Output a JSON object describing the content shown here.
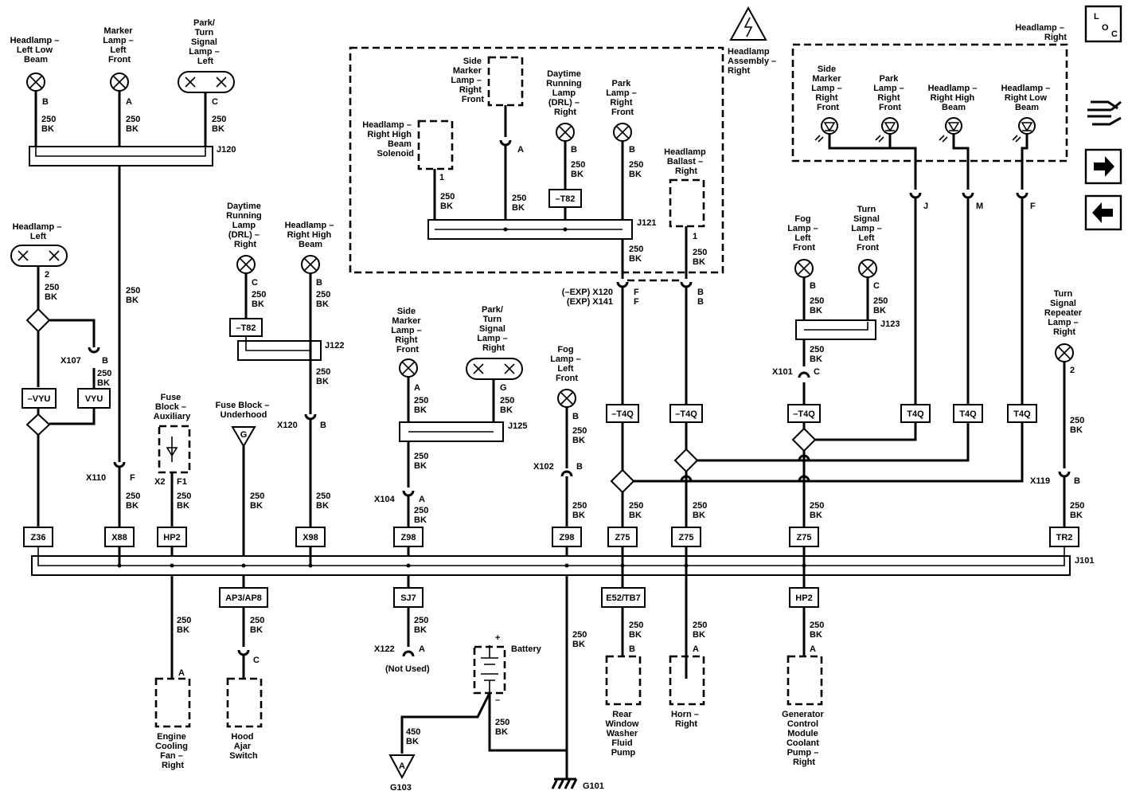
{
  "labels": {
    "hl_left_low_beam": [
      "Headlamp –",
      "Left Low",
      "Beam"
    ],
    "marker_left_front": [
      "Marker",
      "Lamp –",
      "Left",
      "Front"
    ],
    "park_turn_left": [
      "Park/",
      "Turn",
      "Signal",
      "Lamp –",
      "Left"
    ],
    "side_marker_rf_top": [
      "Side",
      "Marker",
      "Lamp –",
      "Right",
      "Front"
    ],
    "drl_right_top": [
      "Daytime",
      "Running",
      "Lamp",
      "(DRL) –",
      "Right"
    ],
    "park_rf_top": [
      "Park",
      "Lamp –",
      "Right",
      "Front"
    ],
    "hl_rhb_solenoid": [
      "Headlamp –",
      "Right High",
      "Beam",
      "Solenoid"
    ],
    "hl_ballast_right": [
      "Headlamp",
      "Ballast –",
      "Right"
    ],
    "hl_assembly_right": [
      "Headlamp",
      "Assembly –",
      "Right"
    ],
    "hl_right_title": [
      "Headlamp –",
      "Right"
    ],
    "side_marker_rf_led": [
      "Side",
      "Marker",
      "Lamp –",
      "Right",
      "Front"
    ],
    "park_rf_led": [
      "Park",
      "Lamp –",
      "Right",
      "Front"
    ],
    "hl_rhb_led": [
      "Headlamp –",
      "Right High",
      "Beam"
    ],
    "hl_rlb_led": [
      "Headlamp –",
      "Right Low",
      "Beam"
    ],
    "hl_left": [
      "Headlamp –",
      "Left"
    ],
    "drl_right_mid": [
      "Daytime",
      "Running",
      "Lamp",
      "(DRL) –",
      "Right"
    ],
    "hl_rhb_mid": [
      "Headlamp –",
      "Right High",
      "Beam"
    ],
    "fog_left_upper": [
      "Fog",
      "Lamp –",
      "Left",
      "Front"
    ],
    "turn_left_front": [
      "Turn",
      "Signal",
      "Lamp –",
      "Left",
      "Front"
    ],
    "turn_repeater_right": [
      "Turn",
      "Signal",
      "Repeater",
      "Lamp –",
      "Right"
    ],
    "side_marker_rf_low": [
      "Side",
      "Marker",
      "Lamp –",
      "Right",
      "Front"
    ],
    "park_turn_right": [
      "Park/",
      "Turn",
      "Signal",
      "Lamp –",
      "Right"
    ],
    "fog_left_lower": [
      "Fog",
      "Lamp –",
      "Left",
      "Front"
    ],
    "fuse_aux": [
      "Fuse",
      "Block –",
      "Auxiliary"
    ],
    "fuse_underhood": [
      "Fuse Block –",
      "Underhood"
    ],
    "engine_cooling_fan": [
      "Engine",
      "Cooling",
      "Fan –",
      "Right"
    ],
    "hood_ajar": [
      "Hood",
      "Ajar",
      "Switch"
    ],
    "rear_washer": [
      "Rear",
      "Window",
      "Washer",
      "Fluid",
      "Pump"
    ],
    "horn_right": [
      "Horn –",
      "Right"
    ],
    "gen_control": [
      "Generator",
      "Control",
      "Module",
      "Coolant",
      "Pump –",
      "Right"
    ],
    "battery": "Battery",
    "not_used": "(Not Used)",
    "exp_x120": "(–EXP) X120",
    "exp_x141": "(EXP) X141"
  },
  "wire": {
    "gauge": "250",
    "gauge_ground": "450",
    "color": "BK"
  },
  "splices": {
    "j120": "J120",
    "j121": "J121",
    "j122": "J122",
    "j123": "J123",
    "j125": "J125",
    "j101": "J101"
  },
  "connectors": {
    "x107": "X107",
    "x110": "X110",
    "x120": "X120",
    "x104": "X104",
    "x102": "X102",
    "x101": "X101",
    "x119": "X119",
    "x122": "X122",
    "x2": "X2"
  },
  "pins": {
    "A": "A",
    "B": "B",
    "C": "C",
    "F": "F",
    "F1": "F1",
    "J": "J",
    "M": "M",
    "G": "G",
    "1": "1",
    "2": "2"
  },
  "options": {
    "vyu_neg": "–VYU",
    "vyu": "VYU",
    "t82_neg": "–T82",
    "t4q_neg": "–T4Q",
    "t4q": "T4Q",
    "z36": "Z36",
    "x88": "X88",
    "hp2": "HP2",
    "x98": "X98",
    "z98": "Z98",
    "z75": "Z75",
    "tr2": "TR2",
    "ap3_ap8": "AP3/AP8",
    "sj7": "SJ7",
    "e52_tb7": "E52/TB7"
  },
  "grounds": {
    "g103": "G103",
    "g101": "G101",
    "g103_symbol": "A"
  },
  "underhood_symbol": "G",
  "locator": {
    "l": "L",
    "o": "O",
    "c": "C"
  },
  "battery_terminals": {
    "positive": "+",
    "negative": "–"
  },
  "nav_icons": [
    "connector-icon",
    "arrow-right-icon",
    "arrow-left-icon"
  ]
}
